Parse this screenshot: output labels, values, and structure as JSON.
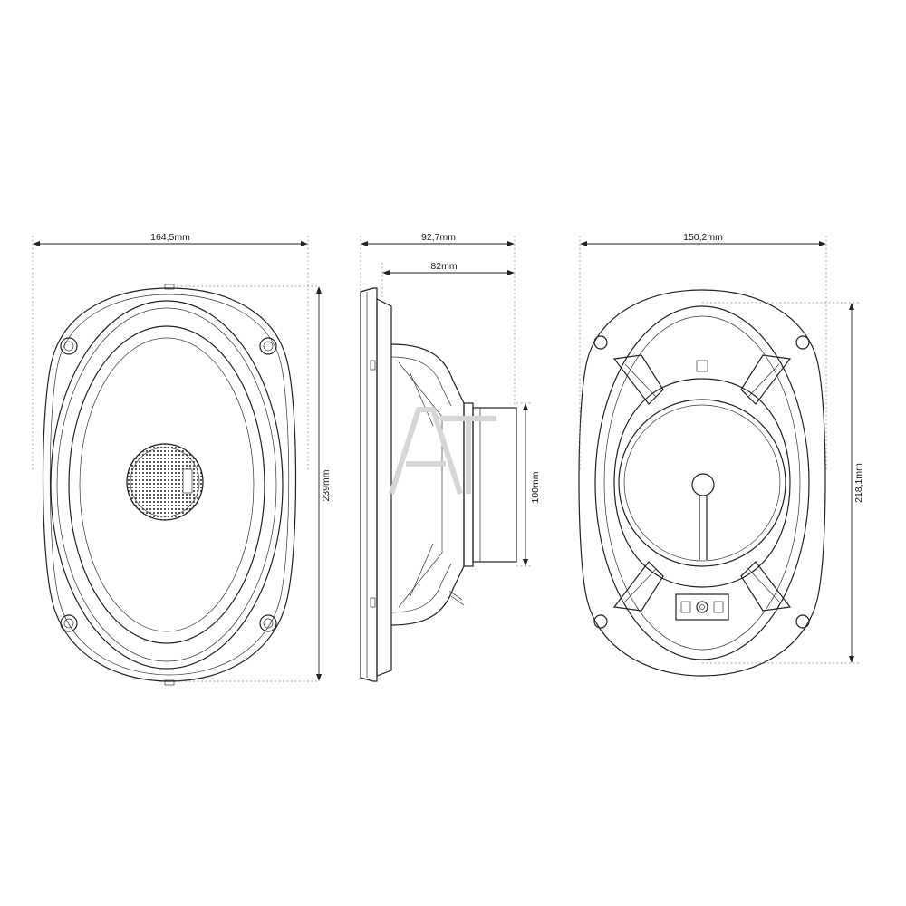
{
  "dimensions": {
    "front_width": "164,5mm",
    "front_height": "239mm",
    "side_depth_total": "92,7mm",
    "side_depth_mount": "82mm",
    "magnet_diameter": "100mm",
    "back_width": "150,2mm",
    "back_height": "218,1mm"
  },
  "views": [
    "front-view",
    "side-view",
    "back-view"
  ],
  "colors": {
    "line": "#222222",
    "dash": "#888888",
    "watermark": "#d6d6d6",
    "background": "#ffffff"
  }
}
